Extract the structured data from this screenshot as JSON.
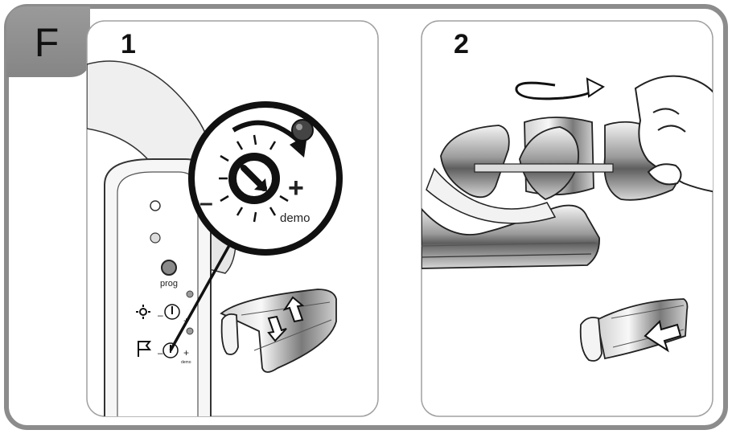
{
  "section_letter": "F",
  "panels": [
    {
      "step": "1",
      "dial": {
        "minus": "–",
        "plus": "+",
        "demo_label": "demo"
      },
      "control_panel": {
        "prog_label": "prog",
        "minus": "–",
        "plus": "+",
        "demo_label": "demo"
      }
    },
    {
      "step": "2"
    }
  ],
  "colors": {
    "frame_border": "#8c8c8c",
    "tab_fill": "#8f8f8f",
    "panel_border": "#a0a0a0",
    "metal_dark": "#6e6e6e",
    "metal_light": "#e8e8e8",
    "ink": "#111111"
  },
  "icons": [
    "brightness-icon",
    "flag-icon",
    "knob-icon",
    "rotate-arrow-icon",
    "press-arrow-icon"
  ]
}
